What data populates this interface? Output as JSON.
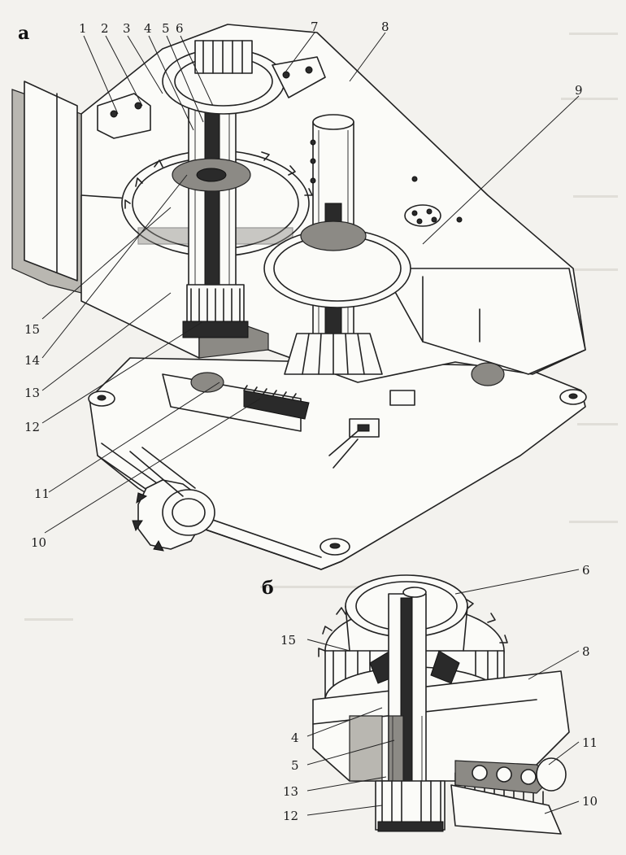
{
  "panel_a": {
    "letter": "а",
    "callouts": [
      {
        "id": "1",
        "text": "1"
      },
      {
        "id": "2",
        "text": "2"
      },
      {
        "id": "3",
        "text": "3"
      },
      {
        "id": "4",
        "text": "4"
      },
      {
        "id": "5",
        "text": "5"
      },
      {
        "id": "6",
        "text": "6"
      },
      {
        "id": "7",
        "text": "7"
      },
      {
        "id": "8",
        "text": "8"
      },
      {
        "id": "9",
        "text": "9"
      },
      {
        "id": "10",
        "text": "10"
      },
      {
        "id": "11",
        "text": "11"
      },
      {
        "id": "12",
        "text": "12"
      },
      {
        "id": "13",
        "text": "13"
      },
      {
        "id": "14",
        "text": "14"
      },
      {
        "id": "15",
        "text": "15"
      }
    ]
  },
  "panel_b": {
    "letter": "б",
    "callouts": [
      {
        "id": "6",
        "text": "6"
      },
      {
        "id": "15",
        "text": "15"
      },
      {
        "id": "8",
        "text": "8"
      },
      {
        "id": "4",
        "text": "4"
      },
      {
        "id": "5",
        "text": "5"
      },
      {
        "id": "11",
        "text": "11"
      },
      {
        "id": "13",
        "text": "13"
      },
      {
        "id": "12",
        "text": "12"
      },
      {
        "id": "10",
        "text": "10"
      }
    ]
  },
  "colors": {
    "ink": "#222222",
    "paper": "#f3f2ee"
  }
}
